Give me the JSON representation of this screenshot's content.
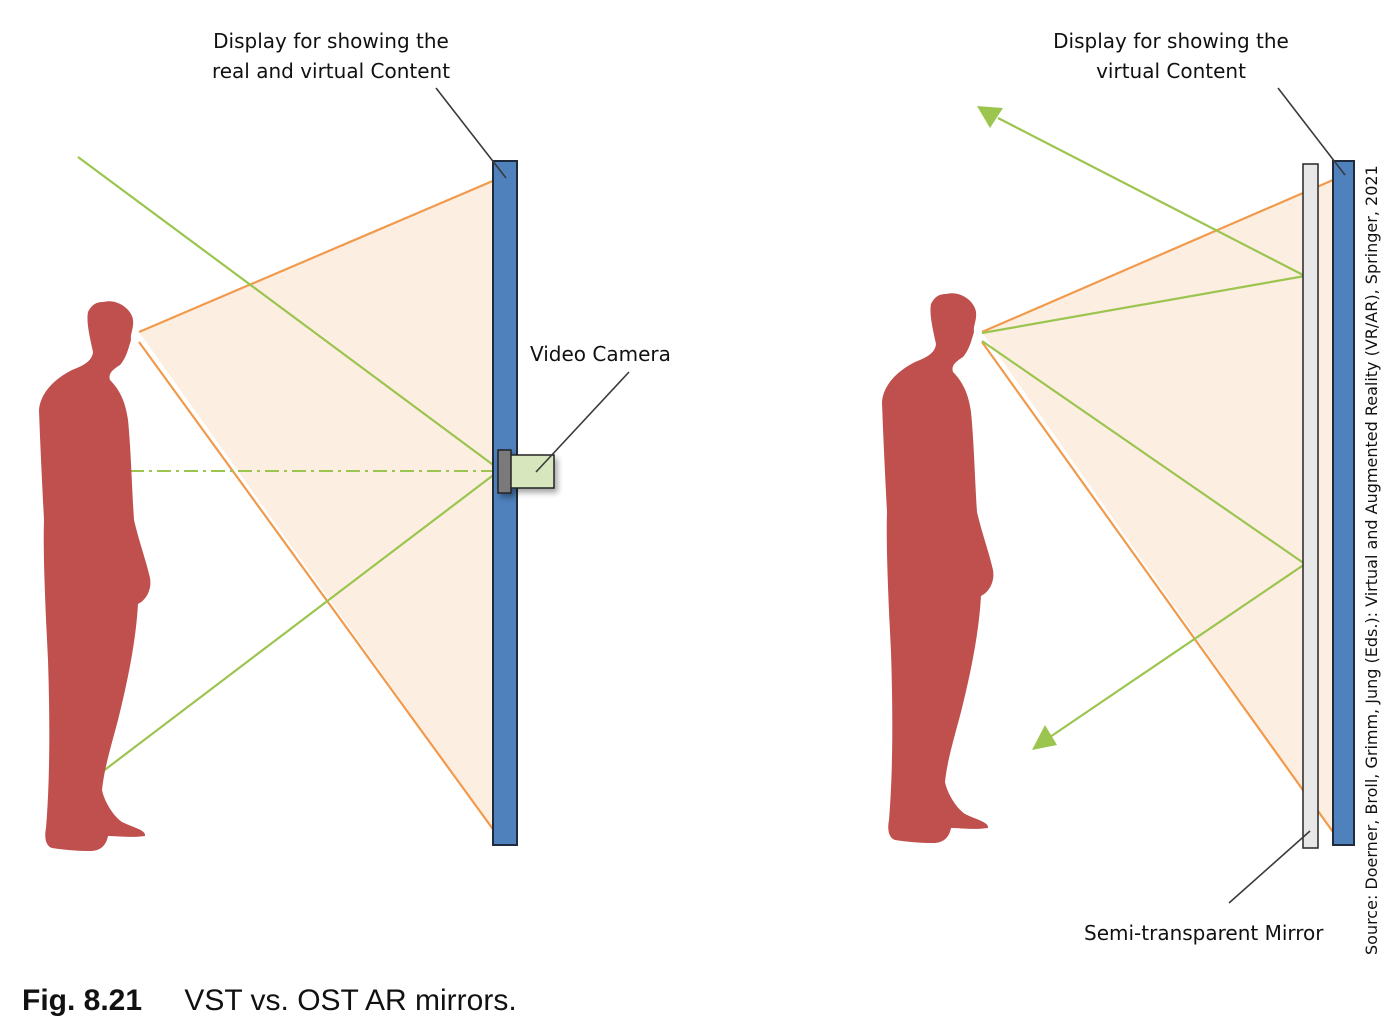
{
  "labels": {
    "vst_display": [
      "Display for showing the",
      "real and virtual Content"
    ],
    "ost_display": [
      "Display for showing the",
      "virtual Content"
    ],
    "video_camera": "Video Camera",
    "mirror": "Semi-transparent Mirror"
  },
  "source": "Source: Doerner, Broll, Grimm, Jung (Eds.): Virtual and Augmented Reality (VR/AR), Springer, 2021",
  "caption": {
    "figure": "Fig. 8.21",
    "text": "VST vs. OST AR mirrors."
  },
  "colors": {
    "person": "#c0504d",
    "display": "#4f81bd",
    "frustum_fill": "#fdeee2",
    "frustum_line": "#f29a4c",
    "ray": "#9bc54f",
    "mirror": "#e8e8e8",
    "camera_lens": "#d7e6bd"
  }
}
